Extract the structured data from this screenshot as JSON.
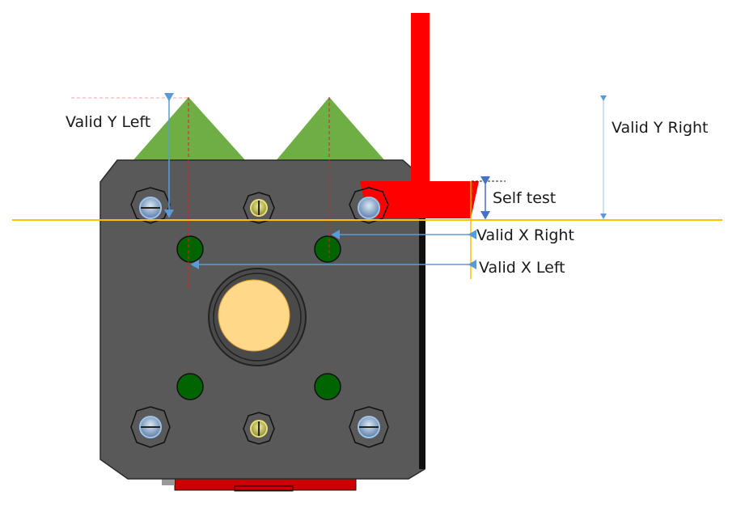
{
  "diagram": {
    "title": "Gripper sensor validity zones",
    "labels": {
      "valid_y_left": "Valid Y Left",
      "valid_y_right": "Valid Y Right",
      "self_test": "Self test",
      "valid_x_right": "Valid X Right",
      "valid_x_left": "Valid X Left"
    },
    "colors": {
      "body": "#595959",
      "green_peak": "#6fae45",
      "green_pin": "#006400",
      "red_probe": "#ff0000",
      "reference_line": "#ffc000",
      "dimension_arrow": "#5b9bd5",
      "dashed_guide": "#e02020",
      "center_disc": "#ffd88a"
    }
  }
}
